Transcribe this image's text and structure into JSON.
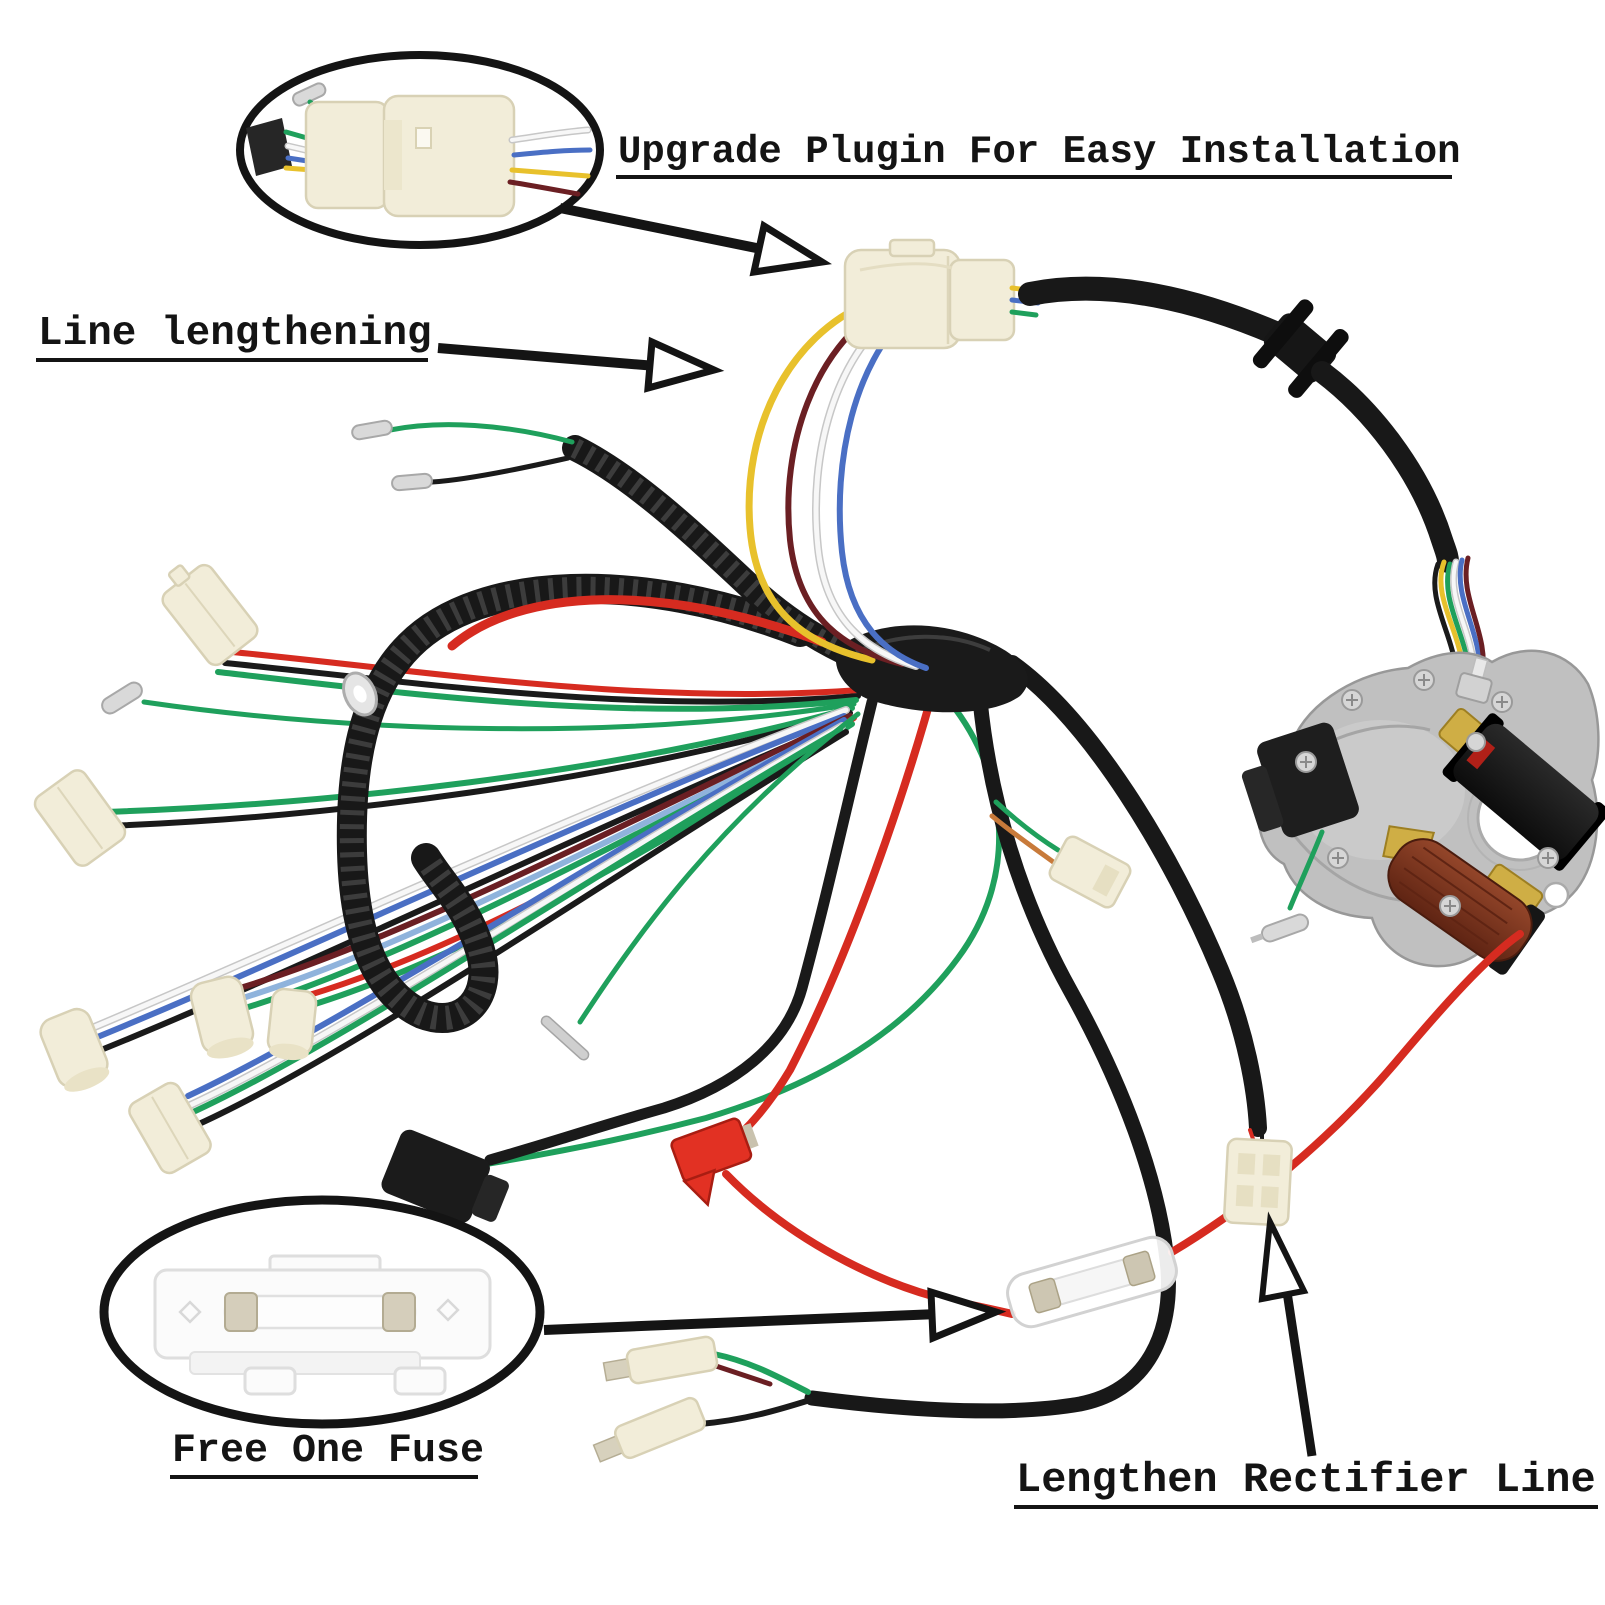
{
  "annotations": {
    "upgrade_plugin": "Upgrade Plugin For Easy Installation",
    "line_lengthening": "Line lengthening",
    "free_one_fuse": "Free One Fuse",
    "lengthen_rectifier_line": "Lengthen Rectifier Line"
  },
  "colors": {
    "background": "#ffffff",
    "annotation_ink": "#141414",
    "wire_red": "#d62b20",
    "wire_green": "#1fa05c",
    "wire_yellow": "#e8c12c",
    "wire_blue": "#4a6fc4",
    "wire_light_blue": "#8fb3dc",
    "wire_white": "#f7f7f7",
    "wire_maroon": "#6b1f23",
    "wire_orange": "#c87a3a",
    "sheath_black": "#181818",
    "connector_cream": "#f2edd9",
    "coil_copper": "#7d3120",
    "stator_metal": "#c0c0c0"
  }
}
